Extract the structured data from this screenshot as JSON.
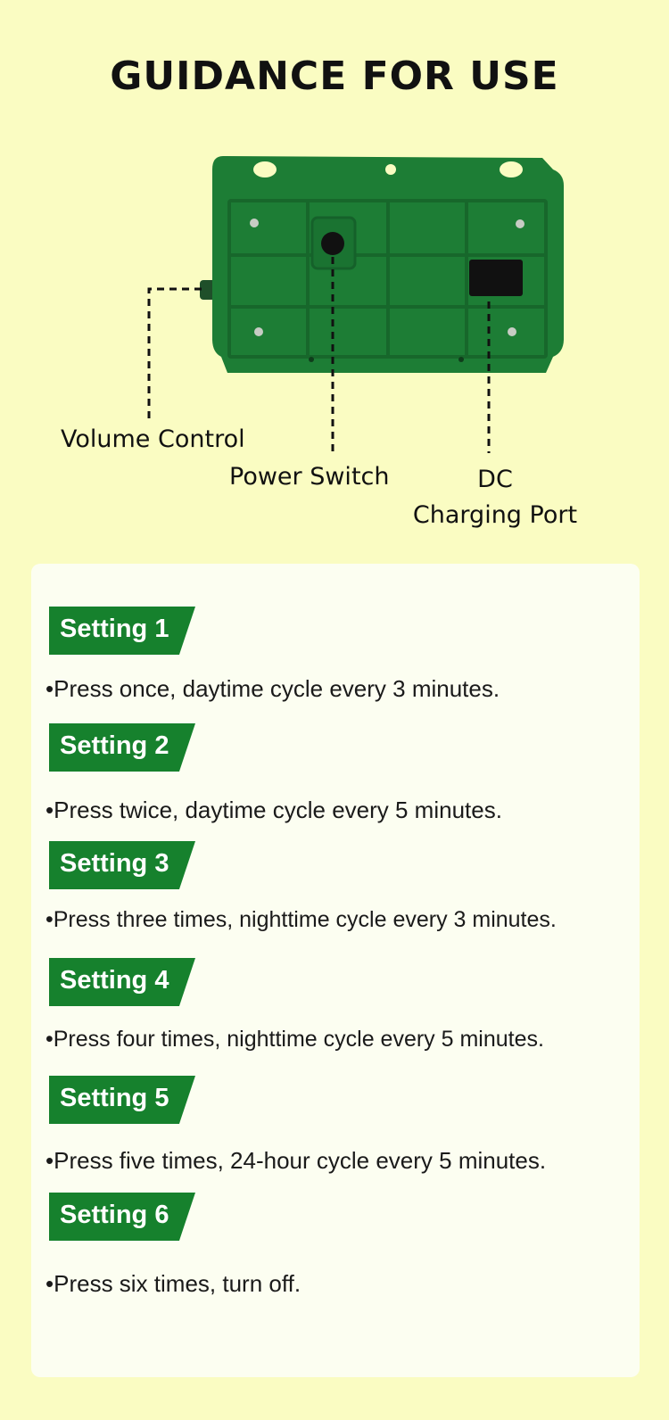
{
  "page": {
    "title": "GUIDANCE FOR USE"
  },
  "device": {
    "image": "green-ultrasonic-device-back-panel",
    "body_color": "#1d7d35",
    "callouts": {
      "volume_control": "Volume Control",
      "power_switch": "Power Switch",
      "dc_line1": "DC",
      "dc_line2": "Charging Port"
    }
  },
  "settings": [
    {
      "label": "Setting 1",
      "description": "•Press once, daytime cycle every 3 minutes."
    },
    {
      "label": "Setting 2",
      "description": "•Press twice, daytime cycle every 5 minutes."
    },
    {
      "label": "Setting 3",
      "description": "•Press three times, nighttime cycle every 3  minutes."
    },
    {
      "label": "Setting 4",
      "description": "•Press four times, nighttime cycle every 5 minutes."
    },
    {
      "label": "Setting 5",
      "description": "•Press five times, 24-hour cycle every 5 minutes."
    },
    {
      "label": "Setting 6",
      "description": "•Press six times, turn off."
    }
  ],
  "colors": {
    "background": "#fafcc2",
    "card": "#fcfef1",
    "badge": "#16812d"
  }
}
